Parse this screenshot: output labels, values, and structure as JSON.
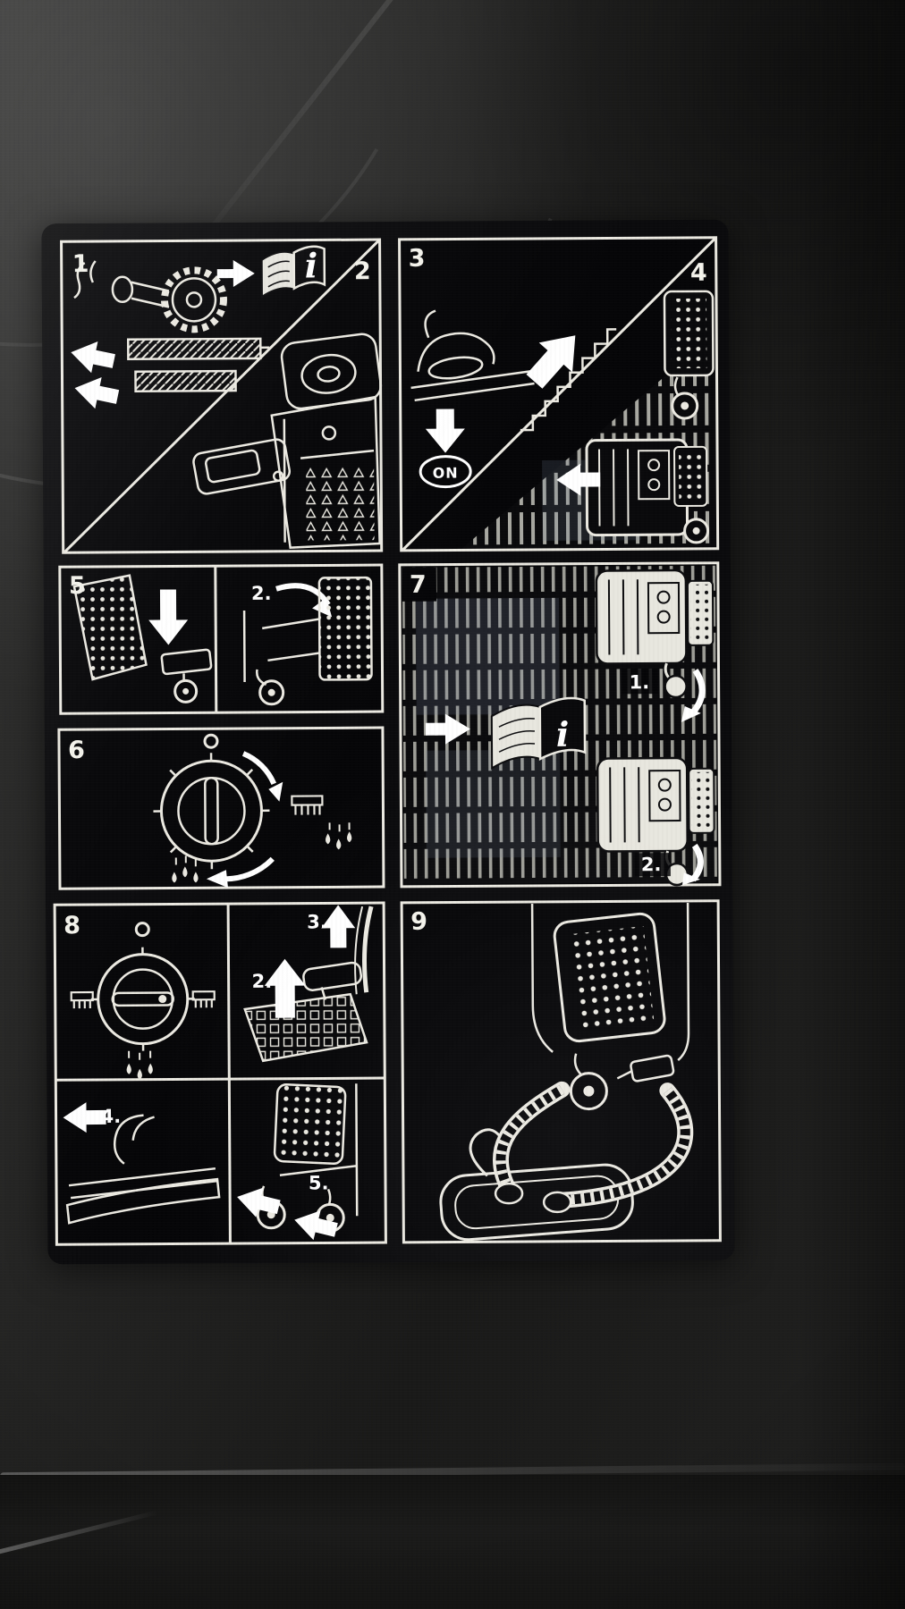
{
  "label": {
    "info_symbol": "i",
    "on_button": "ON",
    "panels": {
      "p1": {
        "number": "1"
      },
      "p2": {
        "number": "2"
      },
      "p3": {
        "number": "3"
      },
      "p4": {
        "number": "4"
      },
      "p5": {
        "number": "5",
        "steps": {
          "s2": "2."
        }
      },
      "p6": {
        "number": "6"
      },
      "p7": {
        "number": "7",
        "steps": {
          "s1": "1.",
          "s2": "2."
        }
      },
      "p8": {
        "number": "8",
        "steps": {
          "s2": "2.",
          "s3": "3.",
          "s4": "4.",
          "s5": "5."
        }
      },
      "p9": {
        "number": "9"
      }
    }
  },
  "colors": {
    "housing_dark": "#1c1c1c",
    "label_background": "#0b0b0d",
    "artwork_line": "#eceae2"
  }
}
